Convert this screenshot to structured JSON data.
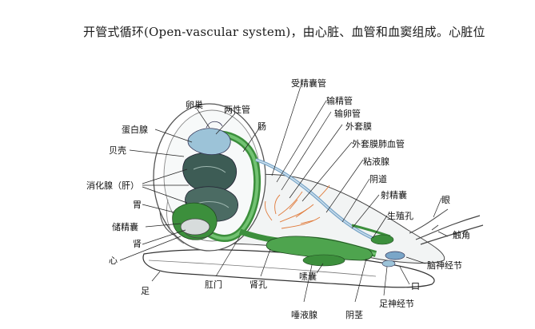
{
  "caption": "开管式循环(Open-vascular system)，由心脏、血管和血窦组成。心脏位",
  "labels": {
    "luanchao": "卵巢",
    "liangxingguan": "两性管",
    "danbaixian": "蛋白腺",
    "chang": "肠",
    "beike": "贝壳",
    "xiaohuaxian": "消化腺（肝）",
    "wei": "胃",
    "chujingnang": "储精囊",
    "shen": "肾",
    "xin": "心",
    "zu": "足",
    "gangmen": "肛门",
    "shenkong": "肾孔",
    "shounangjingguan": "受精囊管",
    "shujingguan": "输精管",
    "shuluanguan": "输卵管",
    "waitaomo": "外套膜",
    "waitaomofeixueguan": "外套膜肺血管",
    "nianyexian": "粘液腺",
    "yindao": "阴道",
    "shejingnang": "射精囊",
    "shengzhikong": "生殖孔",
    "yan": "眼",
    "chujiao": "触角",
    "naoshenjingjie": "脑神经节",
    "kou": "口",
    "sunang": "嗉囊",
    "tuoyexian": "唾液腺",
    "yinjing": "阴茎",
    "zushenjingjie": "足神经节"
  }
}
